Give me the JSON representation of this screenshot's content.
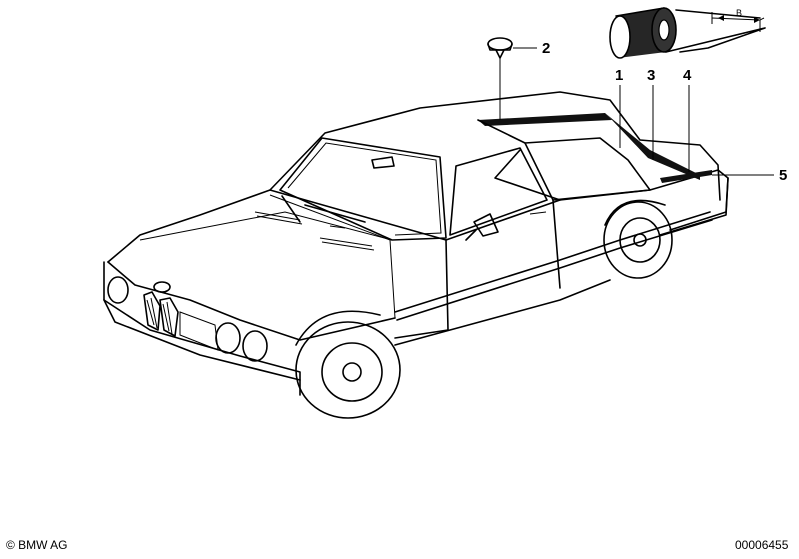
{
  "callouts": [
    {
      "num": "1"
    },
    {
      "num": "2"
    },
    {
      "num": "3"
    },
    {
      "num": "4"
    },
    {
      "num": "5"
    }
  ],
  "dimension_label": "B",
  "footer": {
    "copyright": "© BMW AG",
    "doc_number": "00006455"
  },
  "colors": {
    "ink": "#000000",
    "paper": "#ffffff"
  }
}
